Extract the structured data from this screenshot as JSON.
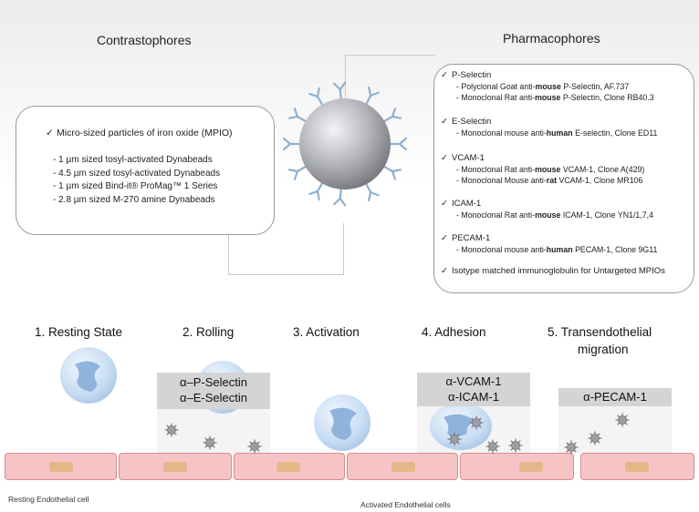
{
  "contrastophores": {
    "title": "Contrastophores",
    "mpio_header": "Micro-sized particles of iron oxide (MPIO)",
    "items": [
      "-  1 µm sized tosyl-activated Dynabeads",
      "-  4.5 µm sized tosyl-activated Dynabeads",
      "-  1 µm sized Bind-it® ProMag™ 1 Series",
      "-  2.8 µm sized M-270 amine Dynabeads"
    ]
  },
  "pharmacophores": {
    "title": "Pharmacophores",
    "groups": [
      {
        "name": "P-Selectin",
        "lines": [
          [
            "- Polyclonal Goat anti-",
            "mouse",
            " P-Selectin, AF.737"
          ],
          [
            "- Monoclonal Rat anti-",
            "mouse",
            " P-Selectin, Clone RB40.3"
          ]
        ]
      },
      {
        "name": "E-Selectin",
        "lines": [
          [
            "- Monoclonal mouse anti-",
            "human",
            " E-selectin, Clone ED11"
          ]
        ]
      },
      {
        "name": "VCAM-1",
        "lines": [
          [
            "- Monoclonal Rat anti-",
            "mouse",
            " VCAM-1, Clone A(429)"
          ],
          [
            "- Monoclonal Mouse anti-",
            "rat",
            " VCAM-1, Clone MR106"
          ]
        ]
      },
      {
        "name": "ICAM-1",
        "lines": [
          [
            "- Monoclonal  Rat anti-",
            "mouse",
            " ICAM-1, Clone YN1/1,7,4"
          ]
        ]
      },
      {
        "name": "PECAM-1",
        "lines": [
          [
            "- Monoclonal mouse anti-",
            "human",
            " PECAM-1, Clone 9G11"
          ]
        ]
      }
    ],
    "isotype": "Isotype matched immunoglobulin for Untargeted MPIOs"
  },
  "stages": [
    {
      "label": "1. Resting State"
    },
    {
      "label": "2. Rolling"
    },
    {
      "label": "3. Activation"
    },
    {
      "label": "4. Adhesion"
    },
    {
      "label": "5. Transendothelial",
      "label2": "migration"
    }
  ],
  "antibodies": {
    "rolling": [
      "α–P-Selectin",
      "α–E-Selectin"
    ],
    "adhesion": [
      "α-VCAM-1",
      "α-ICAM-1"
    ],
    "migration": [
      "α-PECAM-1"
    ]
  },
  "footer": {
    "resting": "Resting Endothelial cell",
    "activated": "Activated Endothelial cells"
  },
  "colors": {
    "endothelium_fill": "#f7c4c6",
    "endothelium_border": "#d98a8d",
    "nucleus": "#e3b889",
    "leukocyte": "#c9def5",
    "mpio_core": "#a9a9b0",
    "antibody": "#8fb0cf"
  }
}
